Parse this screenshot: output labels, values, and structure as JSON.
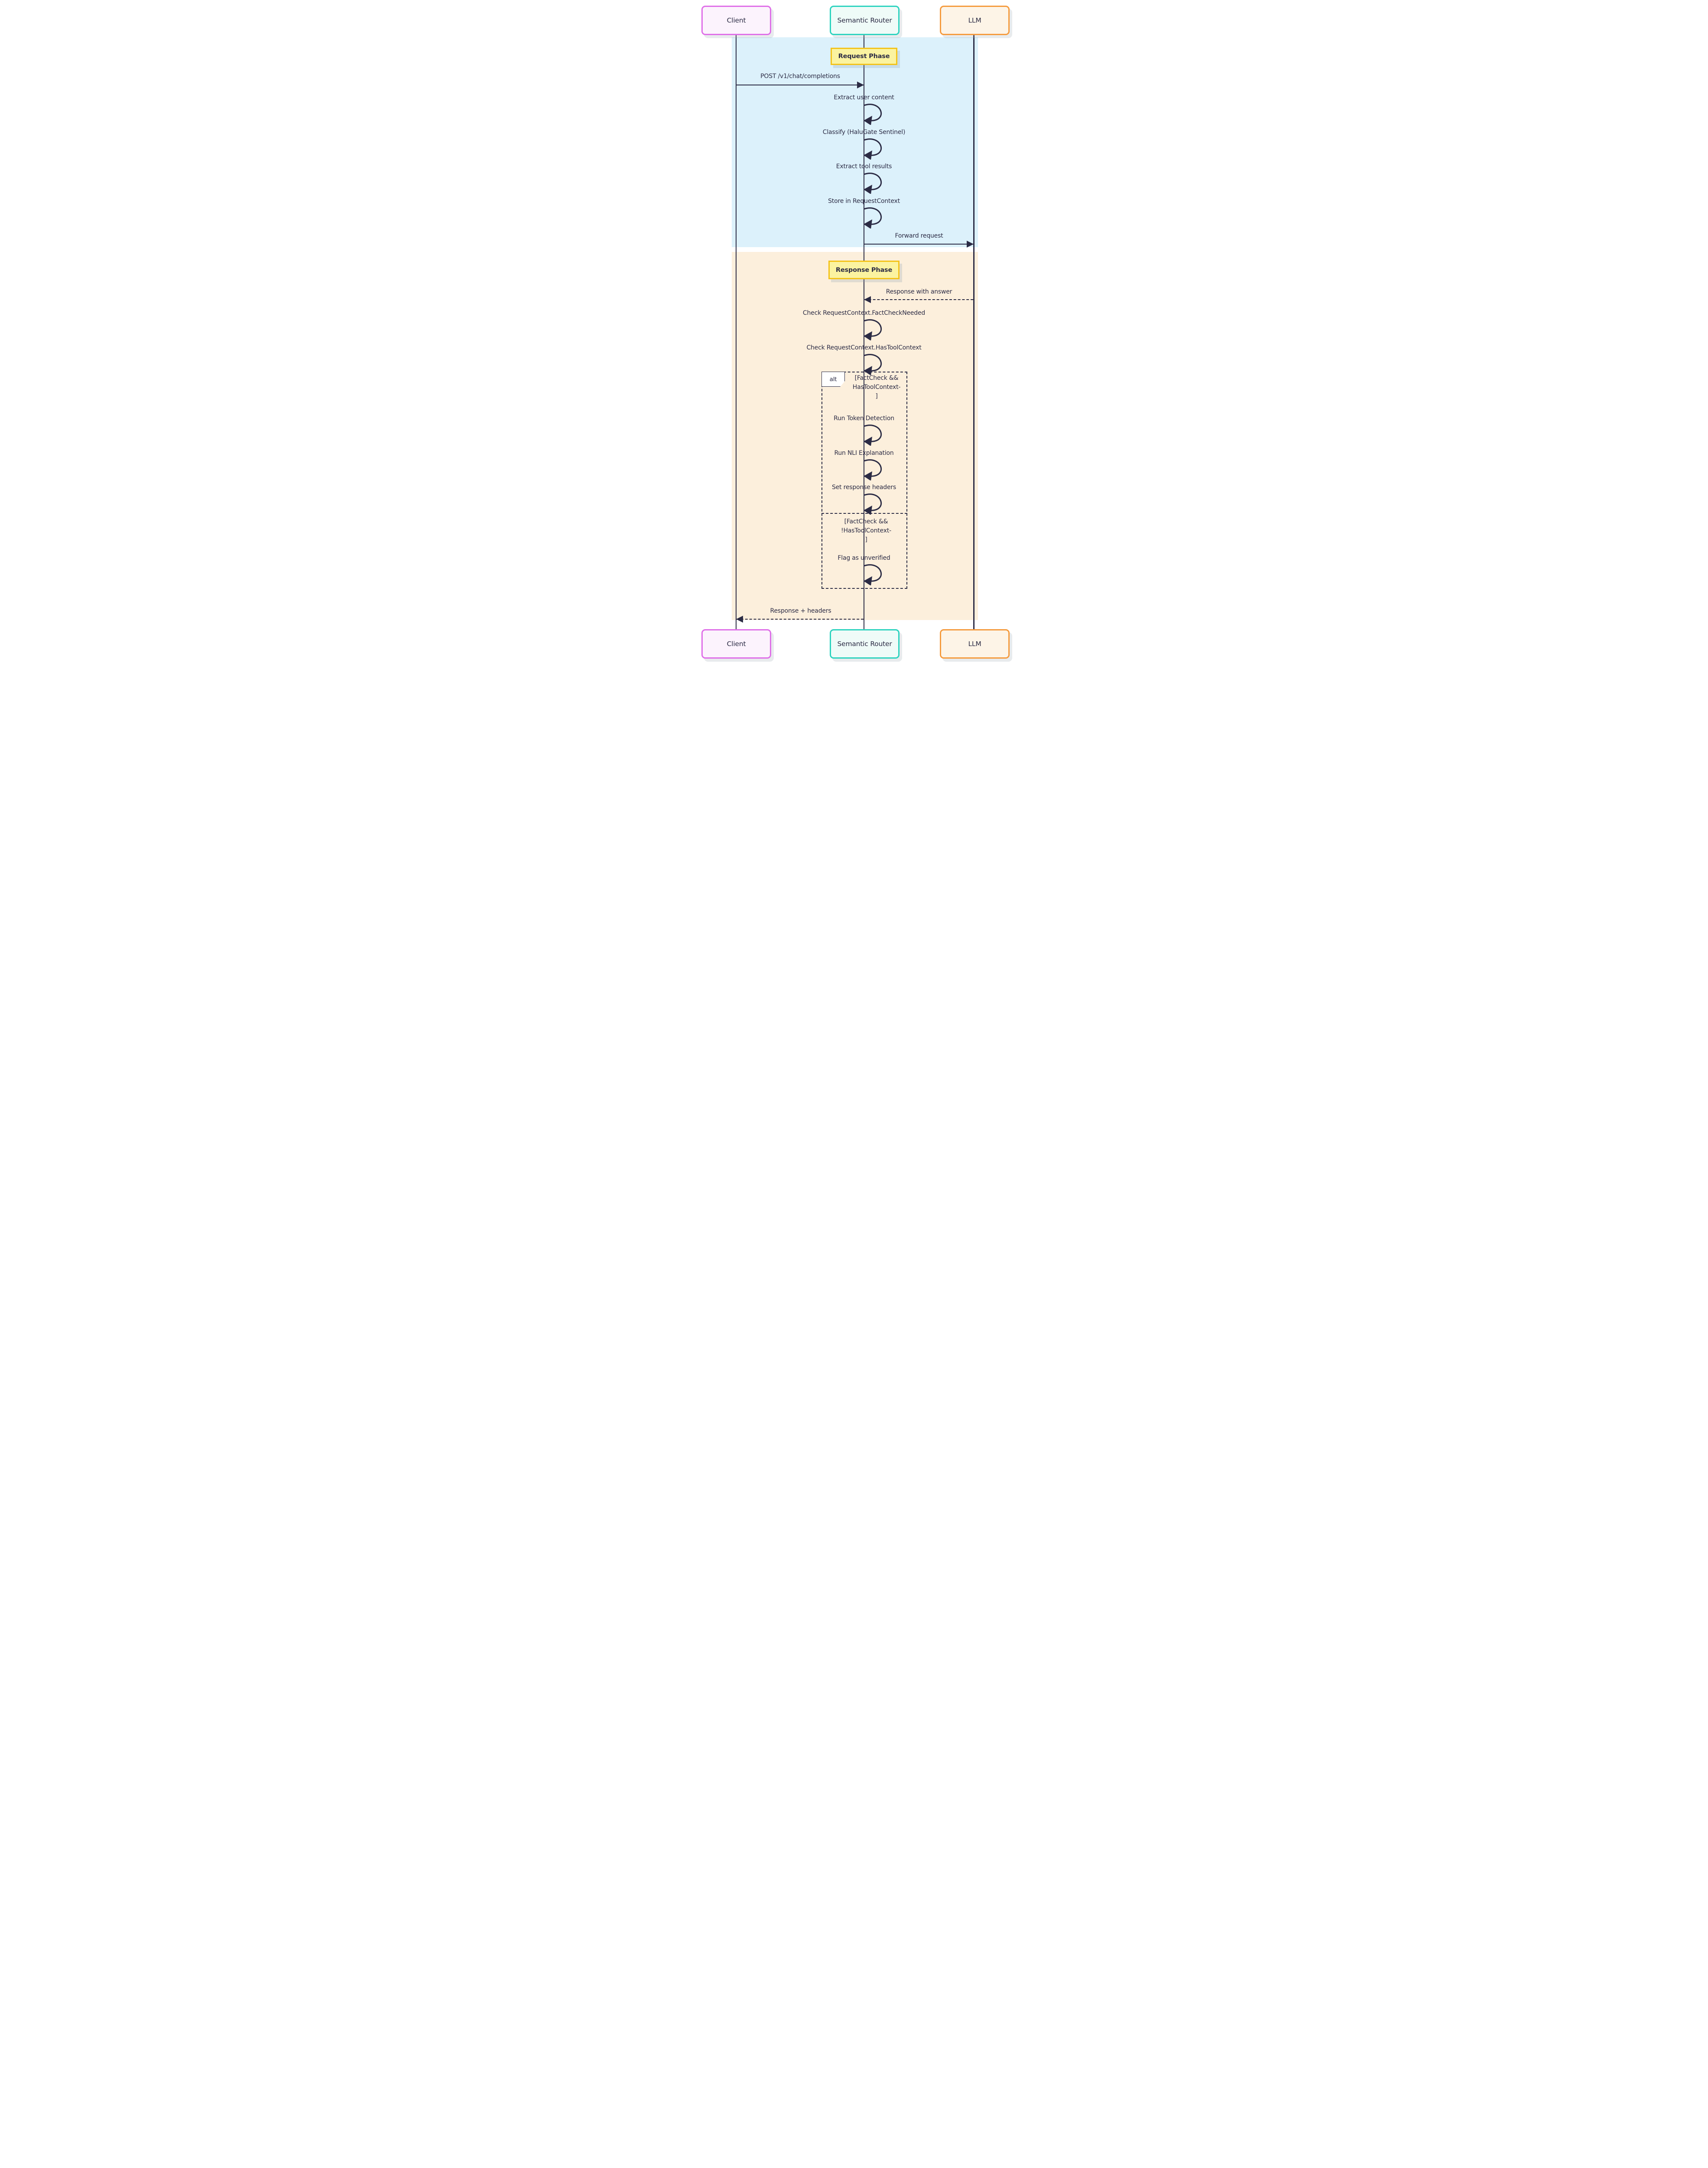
{
  "participants": [
    {
      "label": "Client"
    },
    {
      "label": "Semantic Router"
    },
    {
      "label": "LLM"
    }
  ],
  "request_phase": {
    "title": "Request Phase",
    "post": "POST /v1/chat/completions",
    "extract_user": "Extract user content",
    "classify": "Classify (HaluGate Sentinel)",
    "extract_tools": "Extract tool results",
    "store_context": "Store in RequestContext",
    "forward": "Forward request"
  },
  "response_phase": {
    "title": "Response Phase",
    "response_answer": "Response with answer",
    "check_factcheck": "Check RequestContext.FactCheckNeeded",
    "check_toolcontext": "Check RequestContext.HasToolContext",
    "alt_label": "alt",
    "guard_if": [
      "[FactCheck &&",
      "HasToolContext-",
      "]"
    ],
    "run_token": "Run Token Detection",
    "run_nli": "Run NLI Explanation",
    "set_headers": "Set response headers",
    "guard_else": [
      "[FactCheck &&",
      "!HasToolContext-",
      "]"
    ],
    "flag_unverified": "Flag as unverified",
    "response_headers": "Response + headers"
  },
  "colors": {
    "ink": "#2b2b44",
    "request_band": "#dcf1fb",
    "response_band": "#fcefdc",
    "client_border": "#df6fe8",
    "client_fill": "#fcf3fd",
    "router_border": "#2ed3bf",
    "router_fill": "#effbf8",
    "llm_border": "#f59b3e",
    "llm_fill": "#fdf4e7",
    "phase_border": "#f3c31b",
    "phase_fill": "#fbf3a0"
  }
}
